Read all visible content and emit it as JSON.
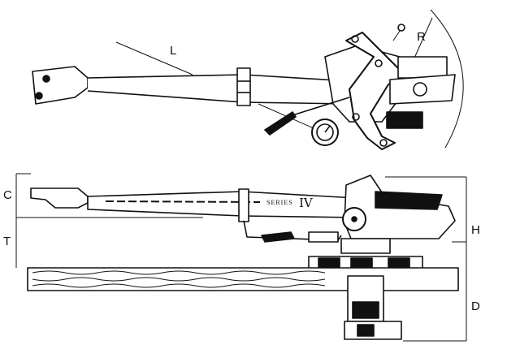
{
  "labels": {
    "length": "L",
    "radius": "R",
    "clearance": "C",
    "thickness": "T",
    "height": "H",
    "depth": "D"
  },
  "brand": {
    "series_word": "SERIES",
    "series_number": "IV"
  }
}
